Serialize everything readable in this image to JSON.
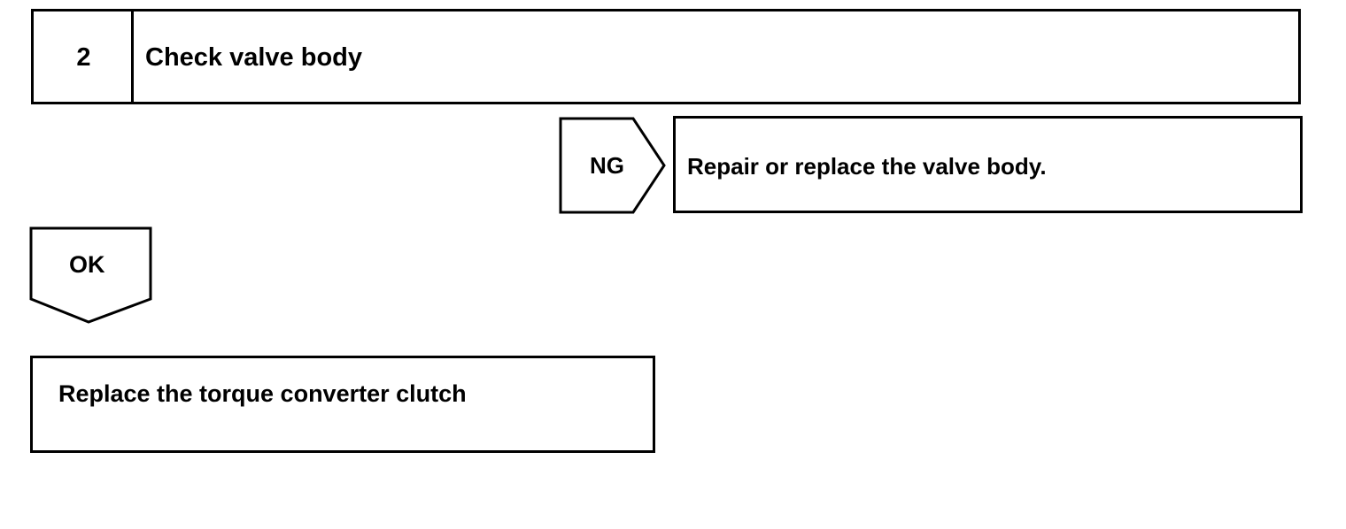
{
  "step": {
    "number": "2",
    "title": "Check valve body"
  },
  "ng_branch": {
    "label": "NG",
    "result": "Repair or replace the valve body."
  },
  "ok_branch": {
    "label": "OK",
    "result": "Replace the torque converter clutch"
  }
}
